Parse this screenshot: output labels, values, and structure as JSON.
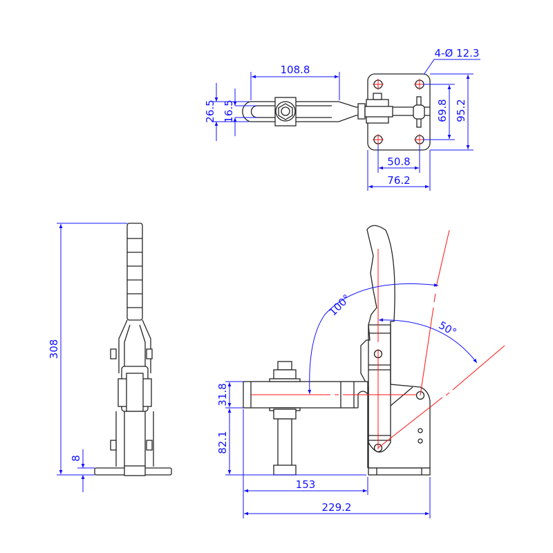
{
  "drawing": {
    "top_view": {
      "handle_length": "108.8",
      "width_outer": "26.5",
      "width_inner": "16.5",
      "hole_spec": "4-Ø 12.3",
      "hole_spacing_vertical": "69.8",
      "plate_height": "95.2",
      "hole_spacing_horizontal": "50.8",
      "plate_width": "76.2"
    },
    "front_view": {
      "total_height": "308",
      "base_thickness": "8"
    },
    "side_view": {
      "arm_thickness": "31.8",
      "arm_height": "82.1",
      "arm_reach": "153",
      "total_length": "229.2",
      "opening_angle": "100°",
      "handle_angle": "50°"
    },
    "colors": {
      "outline": "#222222",
      "dimension": "#1010ff",
      "centerline": "#ff1010"
    }
  }
}
